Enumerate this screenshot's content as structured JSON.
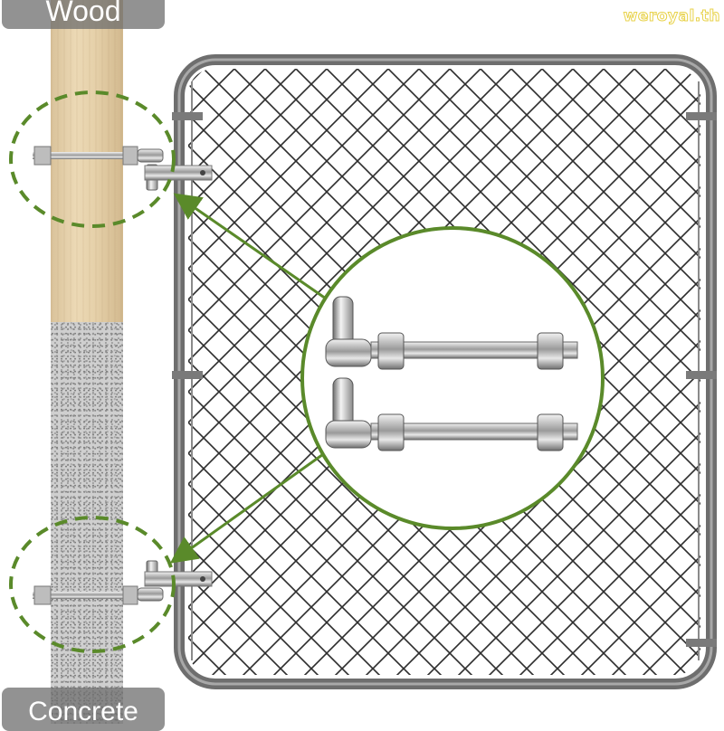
{
  "labels": {
    "top": "Wood",
    "bottom": "Concrete"
  },
  "watermark": "weroyal.th",
  "colors": {
    "accent_green": "#5a8a2a",
    "frame_gray": "#6e6e6e",
    "label_bg": "#6e6e6e",
    "wood": "#e6d1aa",
    "concrete": "#cfcfcf",
    "watermark_outline": "#e8d24a"
  },
  "scene": {
    "items": [
      {
        "name": "wood-post",
        "section": "upper"
      },
      {
        "name": "concrete-post",
        "section": "lower"
      },
      {
        "name": "chain-link-gate",
        "shape": "rounded-rectangle"
      },
      {
        "name": "upper-hinge-detail",
        "highlight": "dashed-ellipse"
      },
      {
        "name": "lower-hinge-detail",
        "highlight": "dashed-ellipse"
      },
      {
        "name": "gate-hinge-bolts-closeup",
        "count": 2
      }
    ]
  }
}
